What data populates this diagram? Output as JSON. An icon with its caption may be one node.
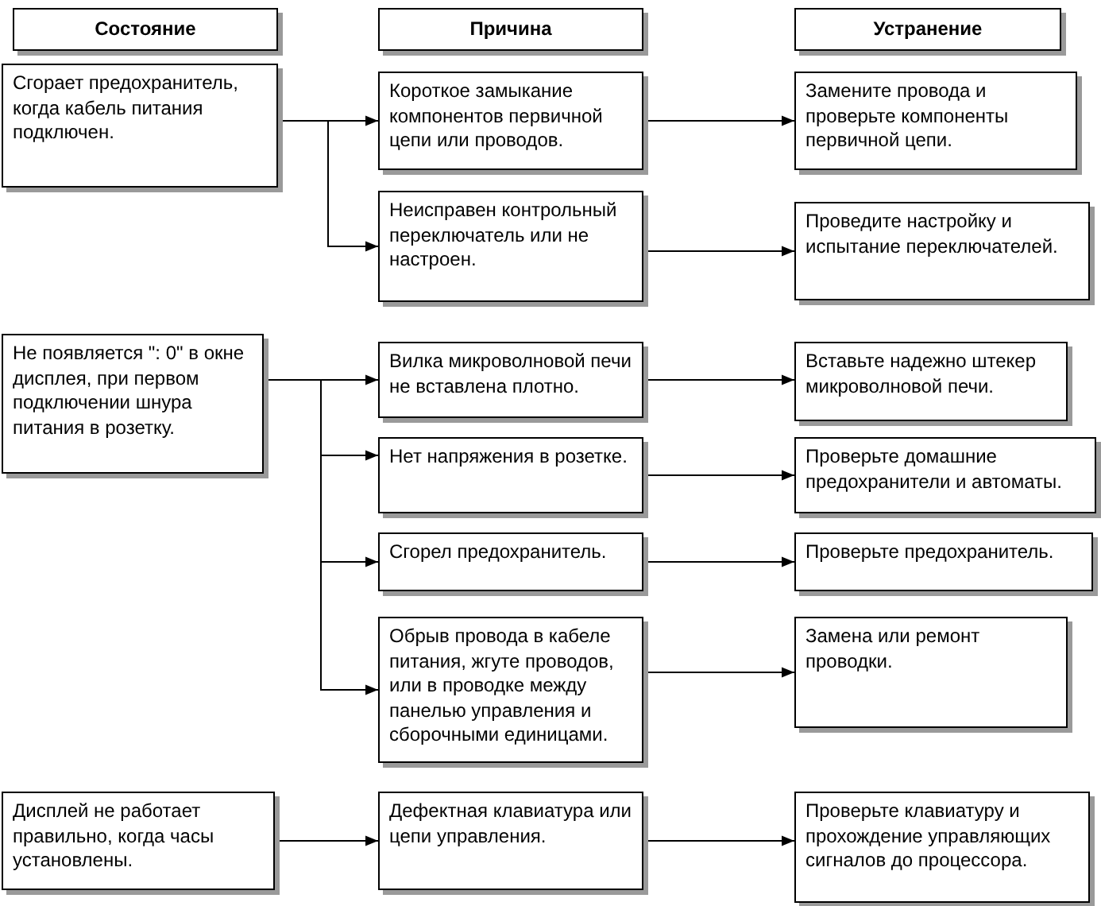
{
  "diagram": {
    "nodes": [
      {
        "text": [
          "Состояние"
        ]
      },
      {
        "text": [
          "Причина"
        ]
      },
      {
        "text": [
          "Устранение"
        ]
      },
      {
        "text": [
          "Сгорает предохранитель, когда кабель питания подключен."
        ]
      },
      {
        "text": [
          "Короткое замыкание компонентов первичной цепи или проводов."
        ]
      },
      {
        "text": [
          "Замените провода и проверьте компоненты первичной цепи."
        ]
      },
      {
        "text": [
          "Неисправен контрольный переключатель или не настроен."
        ]
      },
      {
        "text": [
          "Проведите настройку и испытание переключателей."
        ]
      },
      {
        "text": [
          "Не появляется \": 0\" в окне дисплея, при первом подключении шнура питания в розетку."
        ]
      },
      {
        "text": [
          "Вилка микроволновой печи не вставлена плотно."
        ]
      },
      {
        "text": [
          "Вставьте надежно штекер микроволновой печи."
        ]
      },
      {
        "text": [
          "Нет напряжения в розетке."
        ]
      },
      {
        "text": [
          "Проверьте домашние предохранители и автоматы."
        ]
      },
      {
        "text": [
          "Сгорел предохранитель."
        ]
      },
      {
        "text": [
          "Проверьте предохранитель."
        ]
      },
      {
        "text": [
          "Обрыв провода в кабеле питания, жгуте проводов, или в проводке между панелью управления и сборочными единицами."
        ]
      },
      {
        "text": [
          "Замена или ремонт проводки."
        ]
      },
      {
        "text": [
          "Дисплей не работает правильно, когда часы установлены."
        ]
      },
      {
        "text": [
          "Дефектная клавиатура или цепи управления."
        ]
      },
      {
        "text": [
          "Проверьте клавиатуру и прохождение управляющих сигналов до процессора."
        ]
      }
    ],
    "edges": [
      {
        "from": 3,
        "to": 4,
        "arrow": "to"
      },
      {
        "from": 3,
        "to": 6,
        "arrow": "to"
      },
      {
        "from": 4,
        "to": 5,
        "arrow": "to"
      },
      {
        "from": 6,
        "to": 7,
        "arrow": "to"
      },
      {
        "from": 8,
        "to": 9,
        "arrow": "to"
      },
      {
        "from": 8,
        "to": 11,
        "arrow": "to"
      },
      {
        "from": 8,
        "to": 13,
        "arrow": "to"
      },
      {
        "from": 8,
        "to": 15,
        "arrow": "to"
      },
      {
        "from": 9,
        "to": 10,
        "arrow": "to"
      },
      {
        "from": 11,
        "to": 12,
        "arrow": "to"
      },
      {
        "from": 13,
        "to": 14,
        "arrow": "to"
      },
      {
        "from": 15,
        "to": 16,
        "arrow": "to"
      },
      {
        "from": 17,
        "to": 18,
        "arrow": "to"
      },
      {
        "from": 18,
        "to": 19,
        "arrow": "to"
      }
    ]
  }
}
